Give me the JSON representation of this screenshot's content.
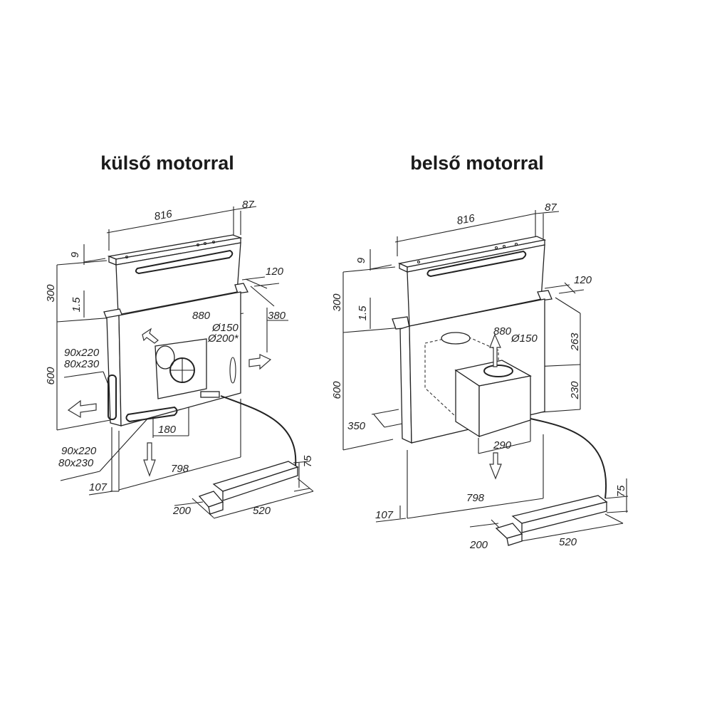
{
  "left": {
    "title": "külső motorral",
    "labels": {
      "width_top": "816",
      "depth_top": "87",
      "lid": "9",
      "height_up": "300",
      "gap": "1.5",
      "flange": "120",
      "width_cut": "880",
      "depth_cut": "380",
      "duct1": "Ø150",
      "duct2": "Ø200*",
      "side_open1": "90x220",
      "side_open2": "80x230",
      "height_body": "600",
      "bottom_off": "180",
      "bottom_open1": "90x220",
      "bottom_open2": "80x230",
      "width_body": "798",
      "depth_body": "107",
      "motor_h": "75",
      "motor_w": "200",
      "motor_l": "520"
    }
  },
  "right": {
    "title": "belső motorral",
    "labels": {
      "width_top": "816",
      "depth_top": "87",
      "lid": "9",
      "height_up": "300",
      "gap": "1.5",
      "flange": "120",
      "width_cut": "880",
      "duct": "Ø150",
      "h1": "263",
      "h2": "230",
      "height_body": "600",
      "motor_depth": "350",
      "motor_width": "290",
      "width_body": "798",
      "depth_body": "107",
      "motor_h": "75",
      "motor_w": "200",
      "motor_l": "520"
    }
  }
}
